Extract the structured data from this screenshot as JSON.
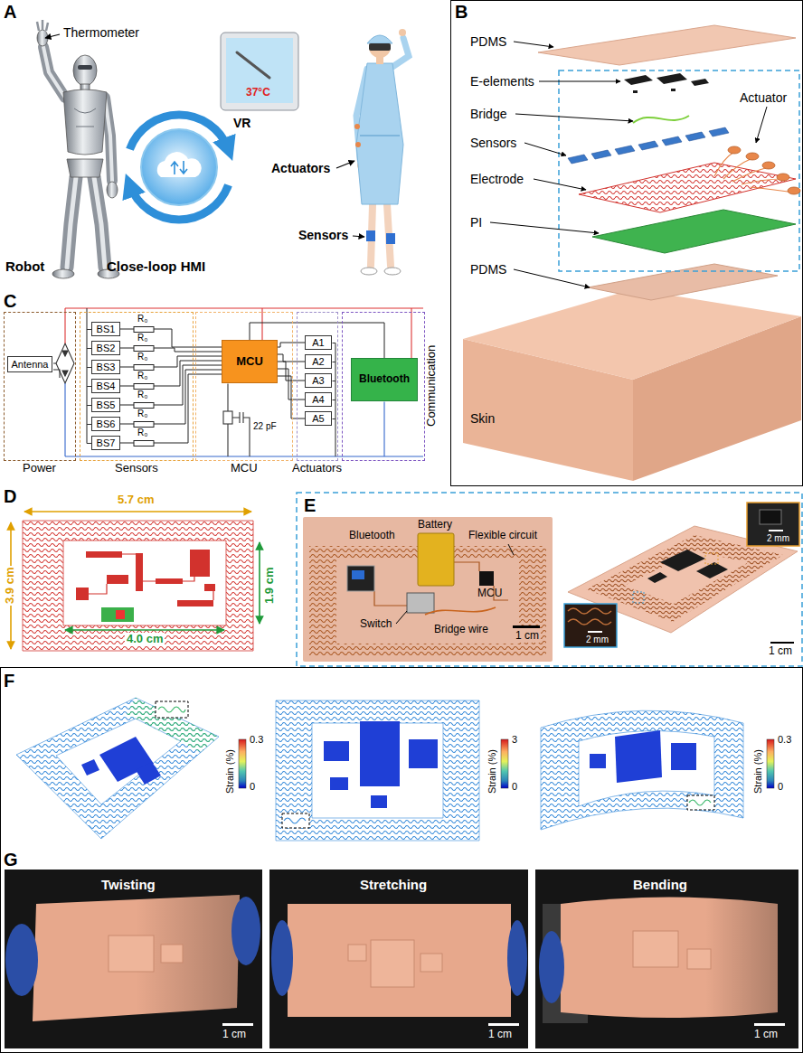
{
  "diagram": {
    "nodes": [
      {
        "text": [
          "Power"
        ]
      },
      {
        "text": [
          "Antenna"
        ],
        "in": 0
      },
      {
        "text": [
          "Sensors"
        ]
      },
      {
        "text": [
          "BS1"
        ],
        "in": 2
      },
      {
        "text": [
          "BS2"
        ],
        "in": 2
      },
      {
        "text": [
          "BS3"
        ],
        "in": 2
      },
      {
        "text": [
          "BS4"
        ],
        "in": 2
      },
      {
        "text": [
          "BS5"
        ],
        "in": 2
      },
      {
        "text": [
          "BS6"
        ],
        "in": 2
      },
      {
        "text": [
          "BS7"
        ],
        "in": 2
      },
      {
        "text": [
          "MCU"
        ]
      },
      {
        "text": [
          "MCU"
        ],
        "in": 10
      },
      {
        "text": [
          "Actuators"
        ]
      },
      {
        "text": [
          "A1"
        ],
        "in": 12
      },
      {
        "text": [
          "A2"
        ],
        "in": 12
      },
      {
        "text": [
          "A3"
        ],
        "in": 12
      },
      {
        "text": [
          "A4"
        ],
        "in": 12
      },
      {
        "text": [
          "A5"
        ],
        "in": 12
      },
      {
        "text": [
          "Communication"
        ]
      },
      {
        "text": [
          "Bluetooth"
        ],
        "in": 18
      }
    ],
    "edges": [
      {
        "from": 3,
        "to": 11,
        "arrow": "none"
      },
      {
        "from": 4,
        "to": 11,
        "arrow": "none"
      },
      {
        "from": 5,
        "to": 11,
        "arrow": "none"
      },
      {
        "from": 6,
        "to": 11,
        "arrow": "none"
      },
      {
        "from": 7,
        "to": 11,
        "arrow": "none"
      },
      {
        "from": 8,
        "to": 11,
        "arrow": "none"
      },
      {
        "from": 9,
        "to": 11,
        "arrow": "none"
      },
      {
        "from": 11,
        "to": 13,
        "arrow": "none"
      },
      {
        "from": 11,
        "to": 14,
        "arrow": "none"
      },
      {
        "from": 11,
        "to": 15,
        "arrow": "none"
      },
      {
        "from": 11,
        "to": 16,
        "arrow": "none"
      },
      {
        "from": 11,
        "to": 17,
        "arrow": "none"
      },
      {
        "from": 11,
        "to": 19,
        "arrow": "none"
      }
    ],
    "labels": [
      "A",
      "Thermometer",
      "Robot",
      "Close-loop HMI",
      "VR",
      "37°C",
      "Actuators",
      "Sensors",
      "B",
      "PDMS",
      "E-elements",
      "Bridge",
      "Actuator",
      "Sensors",
      "Electrode",
      "PI",
      "PDMS",
      "Skin",
      "C",
      "R₀",
      "R₀",
      "R₀",
      "R₀",
      "R₀",
      "R₀",
      "R₀",
      "22 pF",
      "D",
      "5.7 cm",
      "3.9 cm",
      "1.9 cm",
      "4.0 cm",
      "E",
      "Bluetooth",
      "Battery",
      "Flexible circuit",
      "MCU",
      "Switch",
      "Bridge wire",
      "1 cm",
      "2 mm",
      "2 mm",
      "1 cm",
      "F",
      "0.3",
      "0",
      "Strain (%)",
      "3",
      "0",
      "Strain (%)",
      "0.3",
      "0",
      "Strain (%)",
      "G",
      "Twisting",
      "1 cm",
      "Stretching",
      "1 cm",
      "Bending",
      "1 cm"
    ]
  }
}
